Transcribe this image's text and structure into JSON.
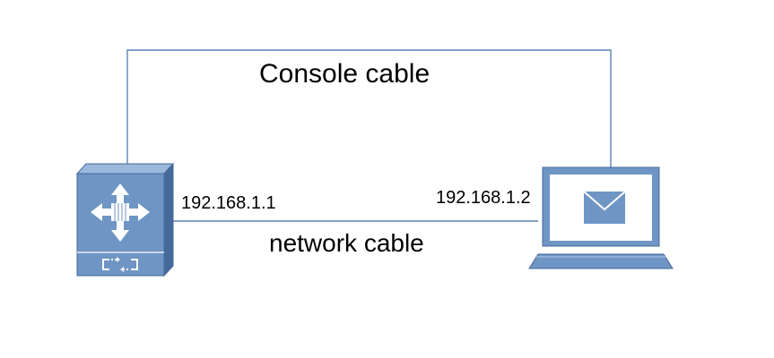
{
  "labels": {
    "console_cable": "Console cable",
    "network_cable": "network cable",
    "switch_ip": "192.168.1.1",
    "laptop_ip": "192.168.1.2"
  },
  "colors": {
    "line": "#5b83b5",
    "device_fill": "#6f95c4",
    "device_dark": "#45699a",
    "device_light": "#9bb8dc",
    "white": "#ffffff"
  },
  "icons": {
    "switch": "layer3-switch-icon",
    "laptop": "laptop-icon",
    "envelope": "envelope-icon"
  }
}
